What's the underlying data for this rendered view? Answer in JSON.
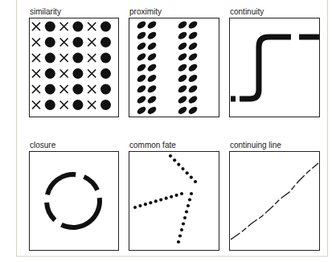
{
  "diagram": {
    "nodes": [
      {
        "text": [
          "similarity"
        ]
      },
      {
        "text": [
          "proximity"
        ]
      },
      {
        "text": [
          "continuity"
        ]
      },
      {
        "text": [
          "closure"
        ]
      },
      {
        "text": [
          "common fate"
        ]
      },
      {
        "text": [
          "continuing line"
        ]
      }
    ]
  }
}
